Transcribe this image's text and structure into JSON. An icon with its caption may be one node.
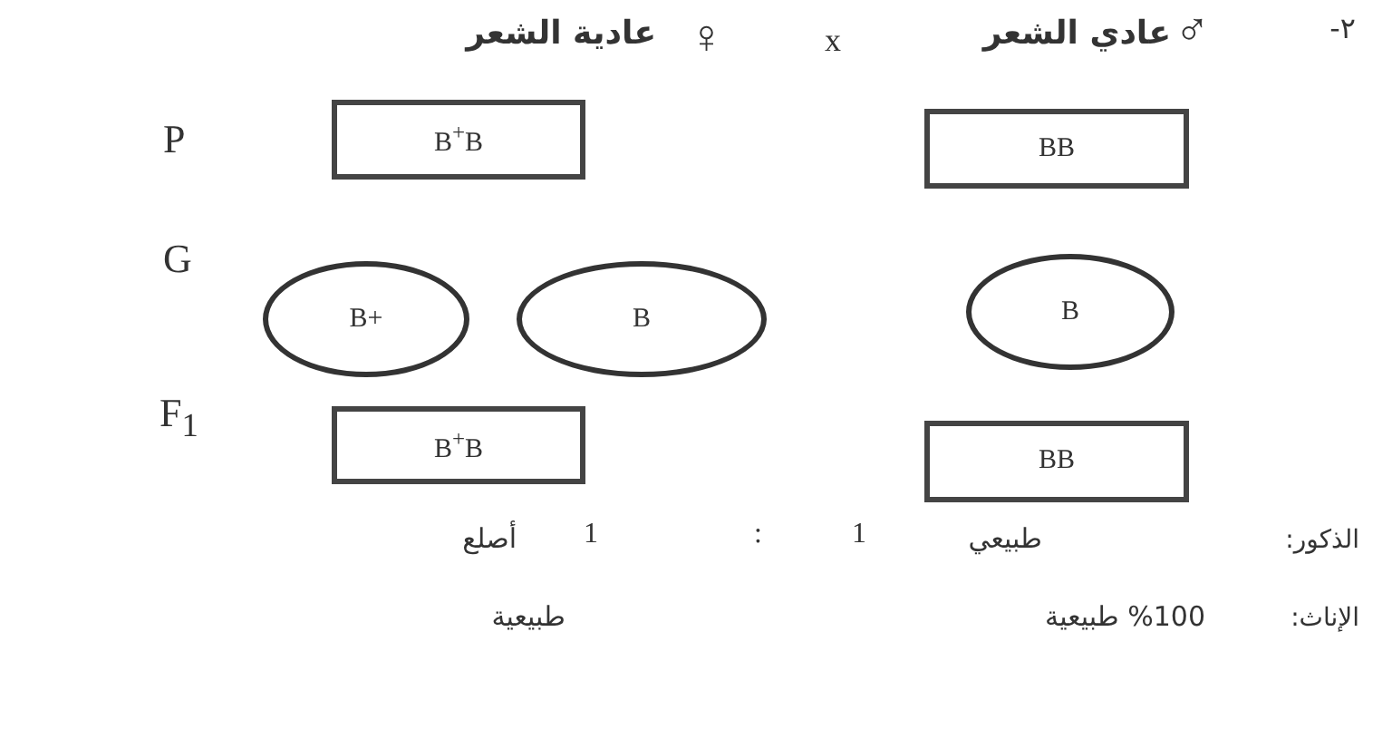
{
  "diagram": {
    "nodes": [
      {
        "text": [
          "B$^{+}$B"
        ],
        "beside": [
          "عادية الشعر"
        ]
      },
      {
        "text": [
          "BB"
        ],
        "beside": [
          "عادي الشعر"
        ]
      },
      {
        "text": [
          "B+"
        ]
      },
      {
        "text": [
          "B"
        ]
      },
      {
        "text": [
          "B"
        ]
      },
      {
        "text": [
          "B$^{+}$B"
        ]
      },
      {
        "text": [
          "BB"
        ]
      }
    ],
    "labels": [
      "٢-",
      "♀",
      "x",
      "♂",
      "P",
      "G",
      "F$_{1}$",
      "الذكور:",
      "طبيعي",
      "1",
      ":",
      "1",
      "أصلع",
      "الإناث:",
      "%100 طبيعية",
      "طبيعية"
    ]
  }
}
